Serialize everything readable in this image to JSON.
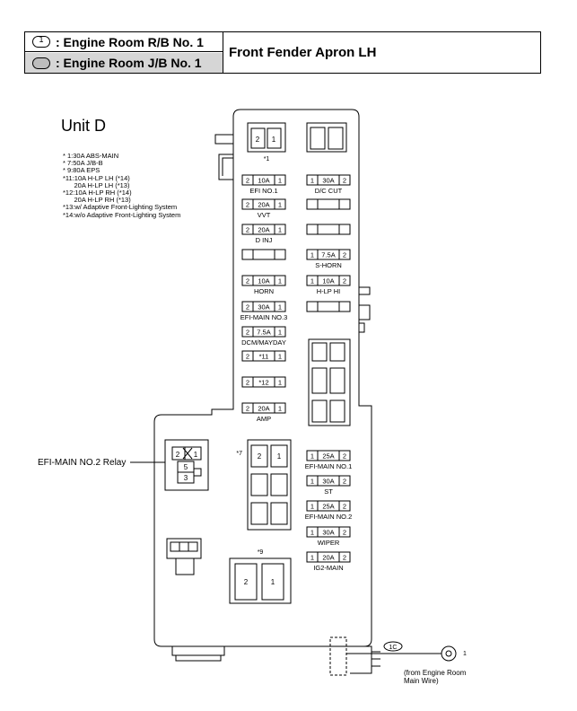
{
  "header": {
    "symbol1": "1",
    "row1": ": Engine Room R/B No. 1",
    "row2": ": Engine Room J/B No. 1",
    "location": "Front Fender Apron LH"
  },
  "unit_title": "Unit D",
  "notes": "* 1:30A ABS-MAIN\n* 7:50A J/B-B\n* 9:80A EPS\n*11:10A H-LP LH (*14)\n      20A H-LP LH (*13)\n*12:10A H-LP RH (*14)\n      20A H-LP RH (*13)\n*13:w/ Adaptive Front-Lighting System\n*14:w/o Adaptive Front-Lighting System",
  "fuses_left": [
    {
      "a": "2",
      "rating": "10A",
      "b": "1",
      "name": "EFI NO.1"
    },
    {
      "a": "2",
      "rating": "20A",
      "b": "1",
      "name": "VVT"
    },
    {
      "a": "2",
      "rating": "20A",
      "b": "1",
      "name": "D INJ"
    },
    {
      "a": "",
      "rating": "",
      "b": "",
      "name": ""
    },
    {
      "a": "2",
      "rating": "10A",
      "b": "1",
      "name": "HORN"
    },
    {
      "a": "2",
      "rating": "30A",
      "b": "1",
      "name": "EFI-MAIN NO.3"
    },
    {
      "a": "2",
      "rating": "7.5A",
      "b": "1",
      "name": "DCM/MAYDAY"
    },
    {
      "a": "2",
      "rating": "*11",
      "b": "1",
      "name": ""
    },
    {
      "a": "2",
      "rating": "*12",
      "b": "1",
      "name": ""
    },
    {
      "a": "2",
      "rating": "20A",
      "b": "1",
      "name": "AMP"
    }
  ],
  "fuses_right": [
    {
      "a": "1",
      "rating": "30A",
      "b": "2",
      "name": "D/C CUT"
    },
    {
      "a": "",
      "rating": "",
      "b": "",
      "name": ""
    },
    {
      "a": "",
      "rating": "",
      "b": "",
      "name": ""
    },
    {
      "a": "1",
      "rating": "7.5A",
      "b": "2",
      "name": "S-HORN"
    },
    {
      "a": "1",
      "rating": "10A",
      "b": "2",
      "name": "H-LP HI"
    },
    {
      "a": "",
      "rating": "",
      "b": "",
      "name": ""
    }
  ],
  "fuses_lower_right": [
    {
      "a": "1",
      "rating": "25A",
      "b": "2",
      "name": "EFI-MAIN NO.1"
    },
    {
      "a": "1",
      "rating": "30A",
      "b": "2",
      "name": "ST"
    },
    {
      "a": "1",
      "rating": "25A",
      "b": "2",
      "name": "EFI-MAIN NO.2"
    },
    {
      "a": "1",
      "rating": "30A",
      "b": "2",
      "name": "WIPER"
    },
    {
      "a": "1",
      "rating": "20A",
      "b": "2",
      "name": "IG2-MAIN"
    }
  ],
  "top_fuse": {
    "star": "*1",
    "left": "2",
    "right": "1"
  },
  "fuse7": {
    "star": "*7",
    "left": "2",
    "right": "1"
  },
  "fuse9": {
    "star": "*9",
    "left": "2",
    "right": "1"
  },
  "relay": {
    "label": "EFI-MAIN NO.2 Relay",
    "t2": "2",
    "t1": "1",
    "t5": "5",
    "t3": "3"
  },
  "connector": {
    "code": "1C",
    "pin": "1",
    "from": "(from Engine Room\nMain Wire)"
  }
}
